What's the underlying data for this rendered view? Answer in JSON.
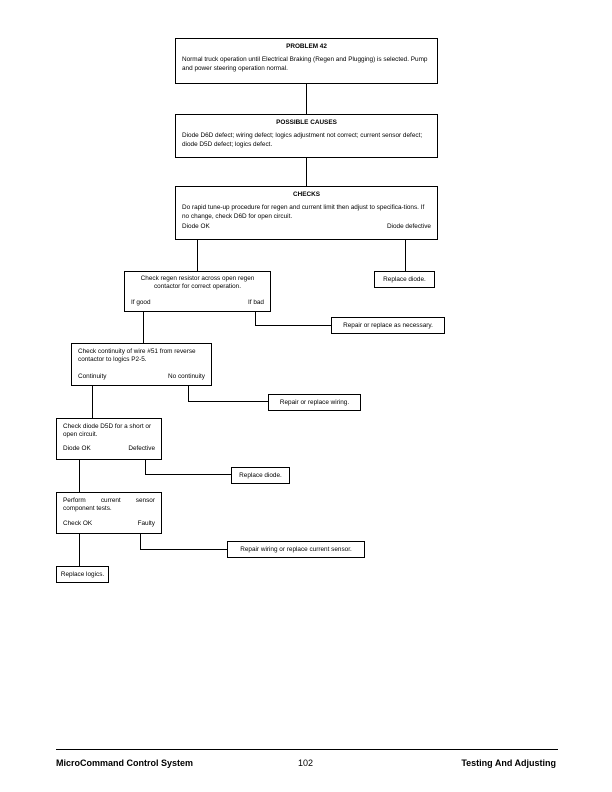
{
  "problem": {
    "title": "PROBLEM 42",
    "text": "Normal truck operation until Electrical Braking (Regen and Plugging) is selected. Pump and power steering operation normal."
  },
  "causes": {
    "title": "POSSIBLE CAUSES",
    "text": "Diode D6D defect; wiring defect; logics adjustment not correct; current sensor defect; diode D5D defect; logics defect."
  },
  "checks": {
    "title": "CHECKS",
    "text": "Do rapid tune-up procedure for regen and current limit then adjust to specifica-tions. If no change, check D6D for open circuit.",
    "left": "Diode OK",
    "right": "Diode defective"
  },
  "step1": {
    "text": "Check regen resistor across open regen contactor for correct operation.",
    "left": "If good",
    "right": "If bad"
  },
  "step2": {
    "text": "Check continuity of wire #51 from reverse contactor to logics P2-5.",
    "left": "Continuity",
    "right": "No continuity"
  },
  "step3": {
    "text": "Check diode D5D for a short or open circuit.",
    "left": "Diode OK",
    "right": "Defective"
  },
  "step4": {
    "text": "Perform current sensor component tests.",
    "left": "Check OK",
    "right": "Faulty"
  },
  "actions": {
    "replace_diode_1": "Replace diode.",
    "repair_replace": "Repair or replace as necessary.",
    "repair_wiring": "Repair or replace wiring.",
    "replace_diode_2": "Replace diode.",
    "repair_sensor": "Repair wiring or replace current sensor.",
    "replace_logics": "Replace logics."
  },
  "footer": {
    "left": "MicroCommand Control System",
    "page": "102",
    "right": "Testing And Adjusting"
  }
}
